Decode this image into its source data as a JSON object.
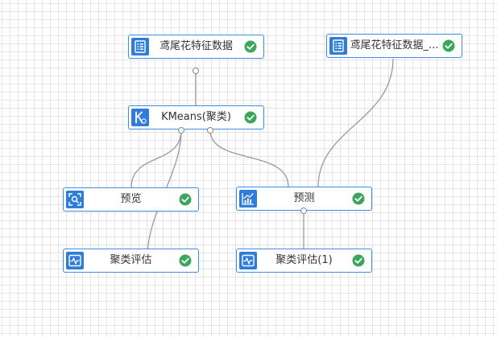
{
  "colors": {
    "node_border": "#3d8ee6",
    "icon_background": "#2e7ddb",
    "status_success": "#3ba55c",
    "edge": "#999999",
    "grid": "#e4e4e4"
  },
  "nodes": [
    {
      "id": "iris-data",
      "label": "鸢尾花特征数据",
      "icon": "table-list-icon",
      "status": "success-check-icon"
    },
    {
      "id": "iris-data-2",
      "label": "鸢尾花特征数据_...",
      "icon": "table-list-icon",
      "status": "success-check-icon"
    },
    {
      "id": "kmeans",
      "label": "KMeans(聚类)",
      "icon": "kmeans-algorithm-icon",
      "status": "success-check-icon"
    },
    {
      "id": "preview",
      "label": "预览",
      "icon": "preview-scan-icon",
      "status": "success-check-icon"
    },
    {
      "id": "predict",
      "label": "预测",
      "icon": "bar-chart-icon",
      "status": "success-check-icon"
    },
    {
      "id": "cluster-eval",
      "label": "聚类评估",
      "icon": "monitor-waveform-icon",
      "status": "success-check-icon"
    },
    {
      "id": "cluster-eval-1",
      "label": "聚类评估(1)",
      "icon": "monitor-waveform-icon",
      "status": "success-check-icon"
    }
  ]
}
